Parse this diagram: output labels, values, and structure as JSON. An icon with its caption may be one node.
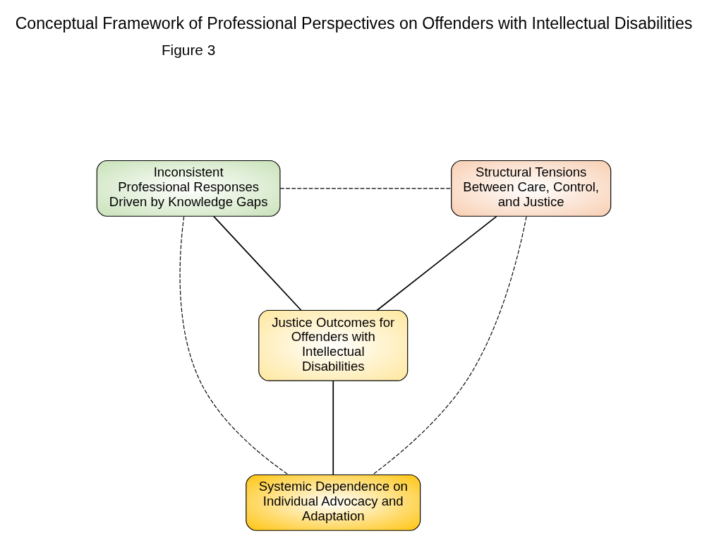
{
  "diagram": {
    "title": "Conceptual Framework of Professional Perspectives on Offenders with Intellectual Disabilities",
    "nodes": [
      {
        "text": [
          "Inconsistent Professional Responses Driven by Knowledge Gaps"
        ]
      },
      {
        "text": [
          "Structural Tensions Between Care, Control, and Justice"
        ]
      },
      {
        "text": [
          "Justice Outcomes for Offenders with Intellectual Disabilities"
        ]
      },
      {
        "text": [
          "Systemic Dependence on Individual Advocacy and Adaptation"
        ]
      }
    ],
    "edges": [
      {
        "from": 0,
        "to": 1,
        "arrow": "none",
        "style": "dashed"
      },
      {
        "from": 0,
        "to": 2,
        "arrow": "none"
      },
      {
        "from": 1,
        "to": 2,
        "arrow": "none"
      },
      {
        "from": 2,
        "to": 3,
        "arrow": "none"
      },
      {
        "from": 0,
        "to": 3,
        "arrow": "none",
        "style": "dashed"
      },
      {
        "from": 1,
        "to": 3,
        "arrow": "none",
        "style": "dashed"
      }
    ],
    "labels": [
      "Figure 3"
    ]
  }
}
